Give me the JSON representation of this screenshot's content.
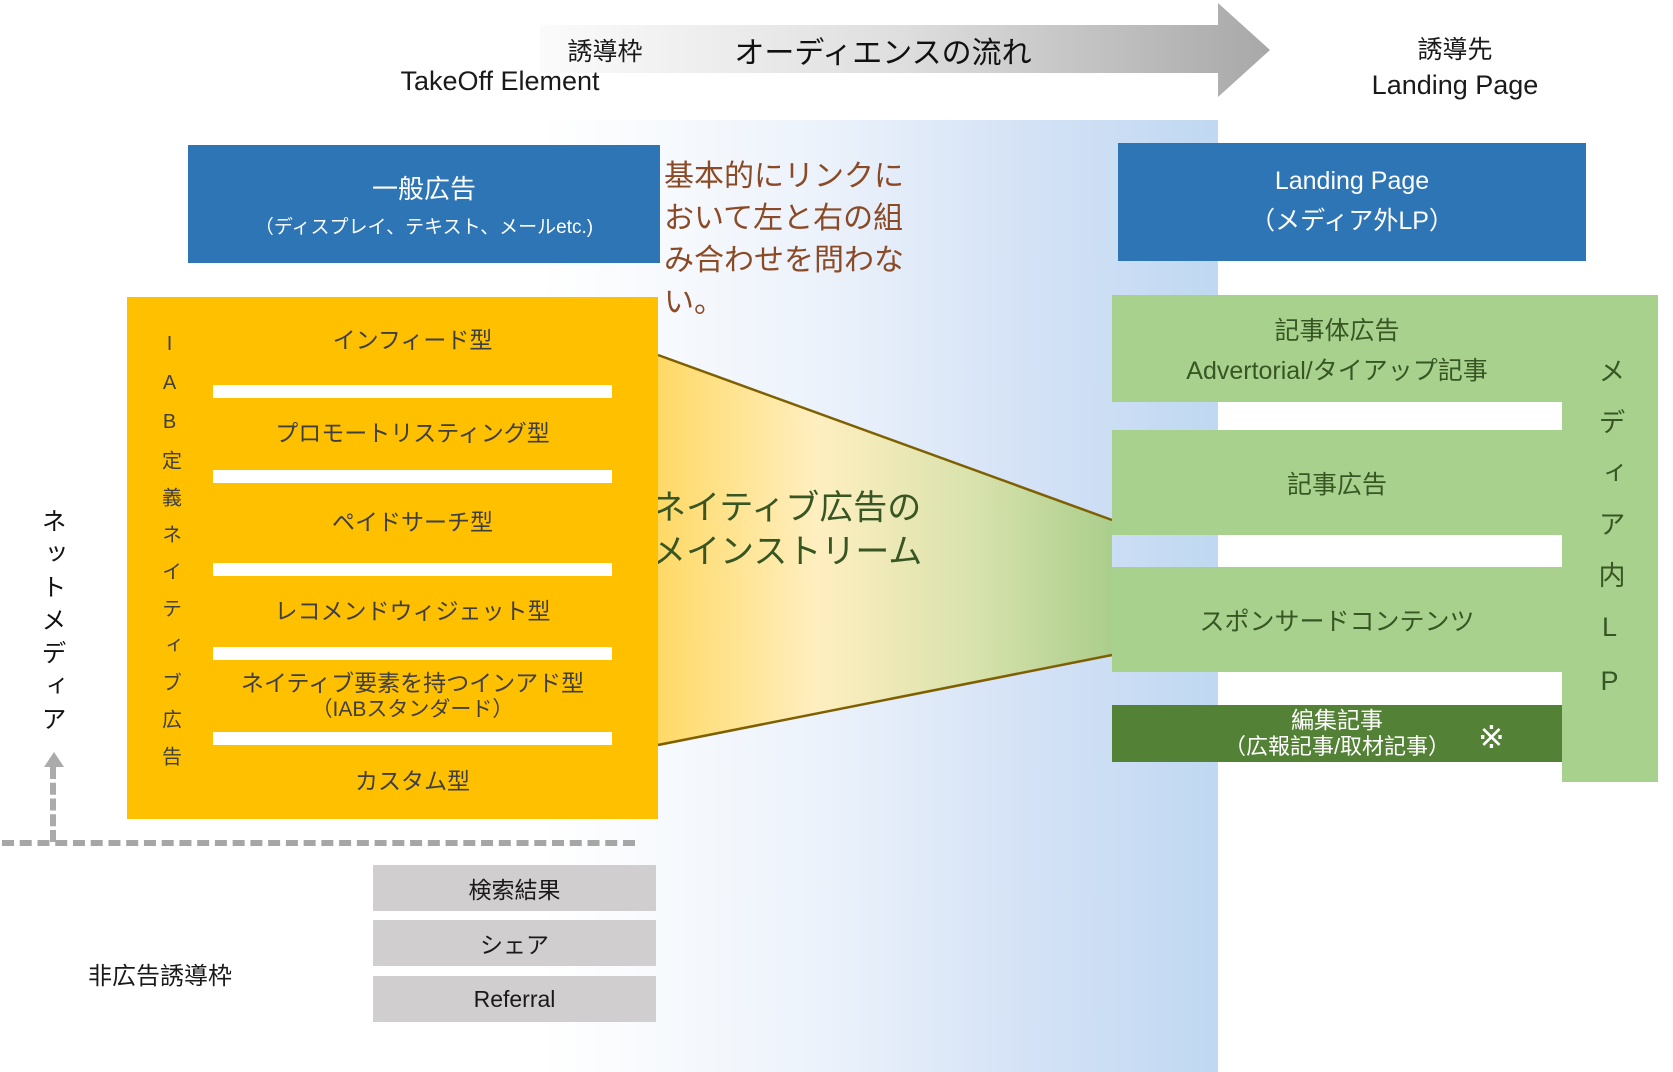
{
  "palette": {
    "blue_box": "#2E75B6",
    "yellow_box": "#FFC000",
    "light_green": "#A9D18E",
    "dark_green": "#538135",
    "green_text": "#375623",
    "brown_text": "#8A4A26",
    "funnel_border": "#7F6000",
    "band_blue": "#C0D8F2",
    "gray_box": "#D0CECE",
    "dash_gray": "#A6A6A6"
  },
  "header": {
    "left_label": "誘導枠",
    "left_sublabel": "TakeOff Element",
    "arrow_label": "オーディエンスの流れ",
    "right_label": "誘導先",
    "right_sublabel": "Landing Page"
  },
  "takeoff": {
    "general_ad": {
      "title": "一般広告",
      "subtitle": "（ディスプレイ、テキスト、メールetc.)"
    },
    "iab_box": {
      "vertical_label": "IAB定義ネイティブ広告",
      "rows": [
        {
          "label": "インフィード型",
          "sub": ""
        },
        {
          "label": "プロモートリスティング型",
          "sub": ""
        },
        {
          "label": "ペイドサーチ型",
          "sub": ""
        },
        {
          "label": "レコメンドウィジェット型",
          "sub": ""
        },
        {
          "label": "ネイティブ要素を持つインアド型",
          "sub": "（IABスタンダード）"
        },
        {
          "label": "カスタム型",
          "sub": ""
        }
      ]
    },
    "net_media_label": "ネットメディア",
    "non_ad": {
      "label": "非広告誘導枠",
      "items": [
        "検索結果",
        "シェア",
        "Referral"
      ]
    }
  },
  "center": {
    "note": "基本的にリンクにおいて左と右の組み合わせを問わない。",
    "mainstream_line1": "ネイティブ広告の",
    "mainstream_line2": "メインストリーム"
  },
  "landing": {
    "lp_box": {
      "title": "Landing Page",
      "subtitle": "（メディア外LP）"
    },
    "media_vertical_label": "メディア内LP",
    "rows": [
      {
        "label": "記事体広告",
        "sub": "Advertorial/タイアップ記事"
      },
      {
        "label": "記事広告",
        "sub": ""
      },
      {
        "label": "スポンサードコンテンツ",
        "sub": ""
      }
    ],
    "editorial": {
      "label": "編集記事",
      "sub": "（広報記事/取材記事）",
      "mark": "※"
    }
  }
}
